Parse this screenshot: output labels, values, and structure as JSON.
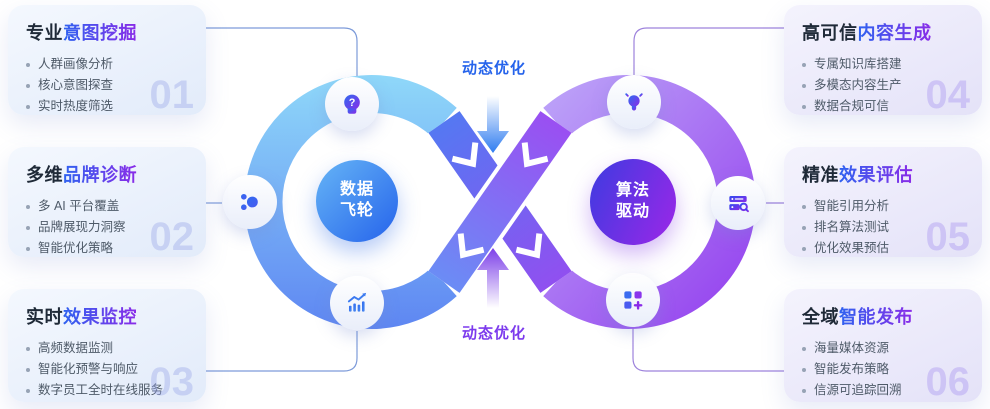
{
  "diagram": {
    "top_flow_label": "动态优化",
    "bottom_flow_label": "动态优化",
    "left_hub": {
      "line1": "数据",
      "line2": "飞轮"
    },
    "right_hub": {
      "line1": "算法",
      "line2": "驱动"
    },
    "icon_question_glyph": "?",
    "colors": {
      "left_ring_start": "#8fd8f9",
      "left_ring_end": "#5e86f2",
      "right_ring_start": "#bca2f8",
      "right_ring_end": "#9440ee",
      "flow_top_text": "#2563eb",
      "flow_bottom_text": "#7c3aed",
      "left_hub_gradient": [
        "#66b5f6",
        "#2563eb"
      ],
      "right_hub_gradient": [
        "#3d3be0",
        "#9c27e8"
      ]
    }
  },
  "cards": [
    {
      "number": "01",
      "title_plain": "专业",
      "title_accent": "意图挖掘",
      "items": [
        "人群画像分析",
        "核心意图探查",
        "实时热度筛选"
      ]
    },
    {
      "number": "02",
      "title_plain": "多维",
      "title_accent": "品牌诊断",
      "items": [
        "多 AI 平台覆盖",
        "品牌展现力洞察",
        "智能优化策略"
      ]
    },
    {
      "number": "03",
      "title_plain": "实时",
      "title_accent": "效果监控",
      "items": [
        "高频数据监测",
        "智能化预警与响应",
        "数字员工全时在线服务"
      ]
    },
    {
      "number": "04",
      "title_plain": "高可信",
      "title_accent": "内容生成",
      "items": [
        "专属知识库搭建",
        "多模态内容生产",
        "数据合规可信"
      ]
    },
    {
      "number": "05",
      "title_plain": "精准",
      "title_accent": "效果评估",
      "items": [
        "智能引用分析",
        "排名算法测试",
        "优化效果预估"
      ]
    },
    {
      "number": "06",
      "title_plain": "全域",
      "title_accent": "智能发布",
      "items": [
        "海量媒体资源",
        "智能发布策略",
        "信源可追踪回溯"
      ]
    }
  ]
}
